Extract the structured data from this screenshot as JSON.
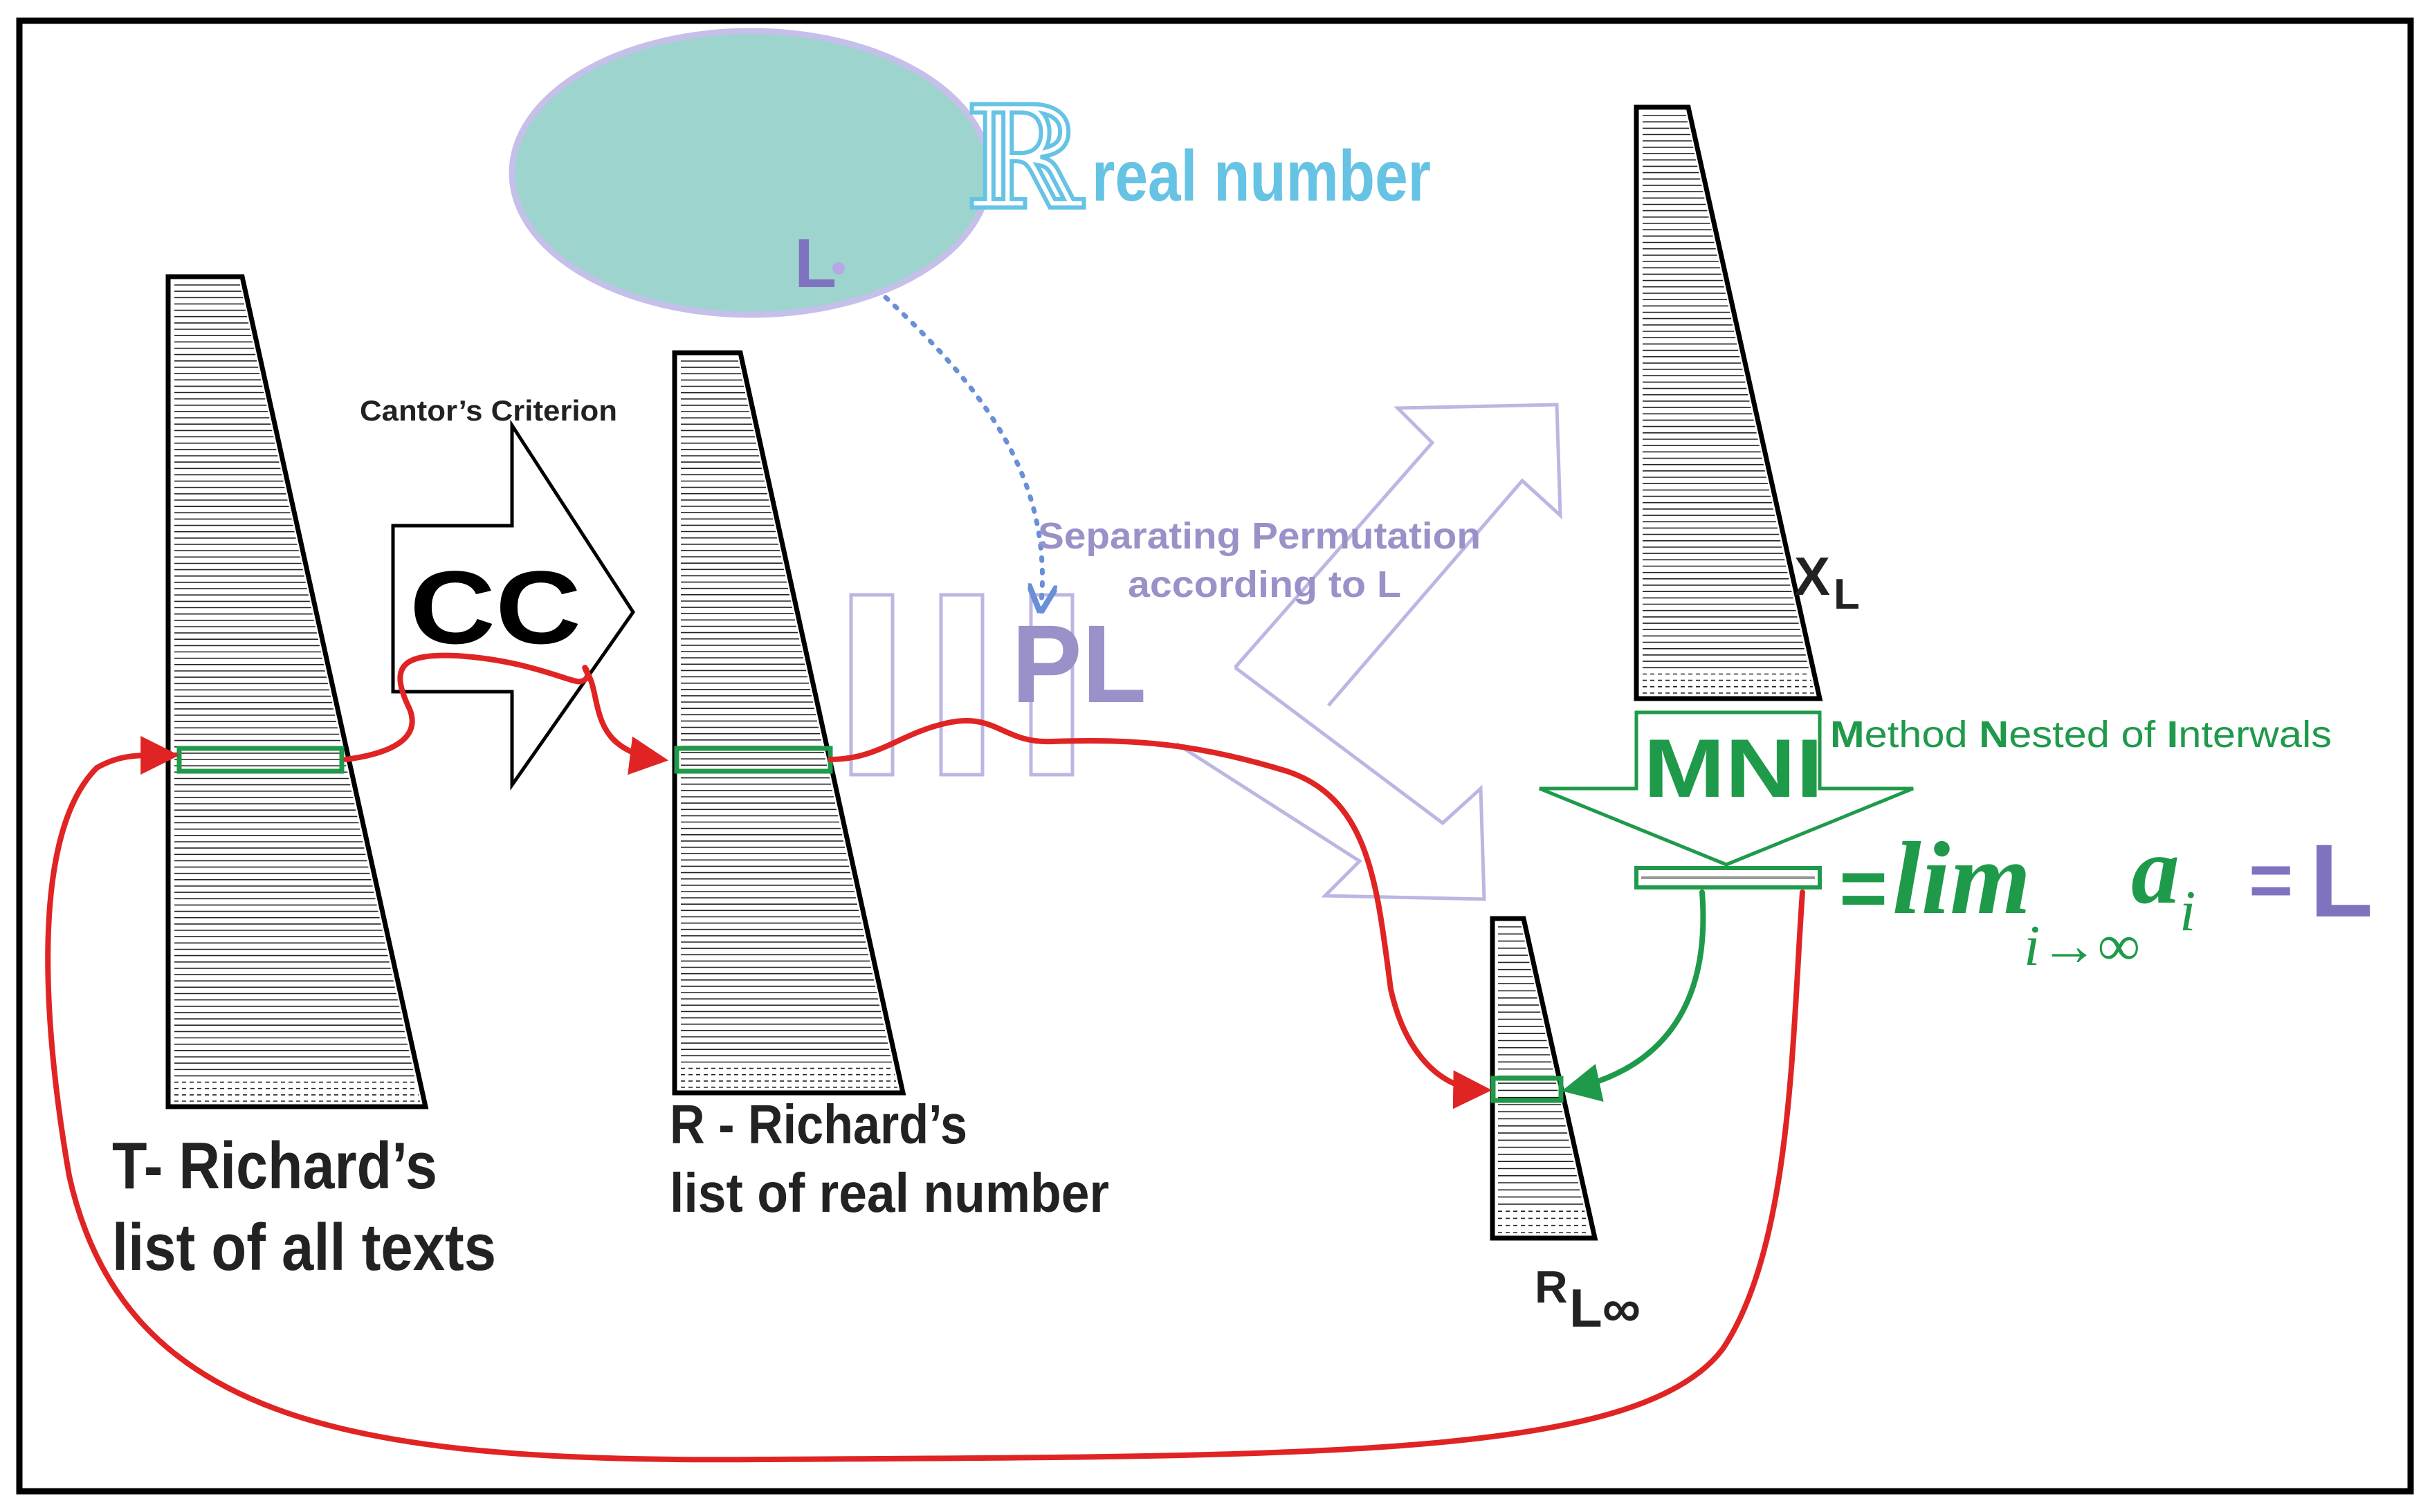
{
  "colors": {
    "frame": "#000000",
    "list_stroke": "#000000",
    "highlight": "#1f9a4a",
    "red_path": "#e02424",
    "green_path": "#1f9a4a",
    "ellipse_fill": "#9dd4cd",
    "ellipse_stroke": "#c4c0ea",
    "permutation": "#9b91c9",
    "outline_arrow": "#bcb6e3",
    "real_blue": "#66c3e4",
    "dotted_arrow": "#6a8fd6",
    "mni_green": "#1f9a4a",
    "limit_green": "#1f9a4a",
    "L_purple": "#7f73c0"
  },
  "real_set": {
    "symbol": "ℝ",
    "label": "real number",
    "element": "L"
  },
  "cantor": {
    "caption": "Cantor’s Criterion",
    "abbr": "CC"
  },
  "permutation": {
    "caption_line1": "Separating Permutation",
    "caption_line2": "according to L",
    "abbr": "PL"
  },
  "lists": {
    "t_line1": "T- Richard’s",
    "t_line2": "list of all texts",
    "r_line1": "R - Richard’s",
    "r_line2": "list of real number",
    "x_base": "X",
    "x_sub": "L",
    "rinf_base": "R",
    "rinf_sub": "L∞"
  },
  "mni": {
    "abbr": "MNI",
    "m_initial": "M",
    "m_rest": "ethod ",
    "n_initial": "N",
    "n_rest": "ested of ",
    "i_initial": "I",
    "i_rest": "nterwals"
  },
  "limit": {
    "eq1": "=",
    "lim": "lim",
    "sub": "i→∞",
    "term": "a",
    "term_sub": "i",
    "eq2": "=",
    "result": "L"
  }
}
